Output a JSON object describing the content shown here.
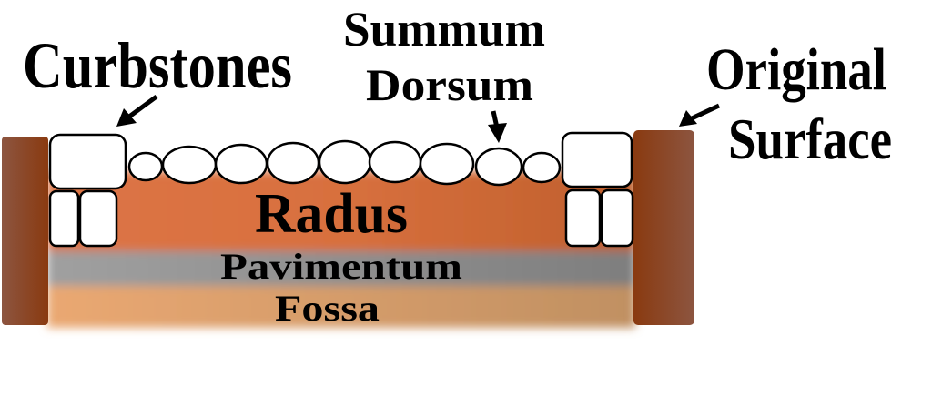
{
  "labels": {
    "curbstones": "Curbstones",
    "summum_line1": "Summum",
    "summum_line2": "Dorsum",
    "original_line1": "Original",
    "original_line2": "Surface",
    "radus": "Radus",
    "pavimentum": "Pavimentum",
    "fossa": "Fossa"
  },
  "colors": {
    "wall": "#8a3f18",
    "radus": "#d9703f",
    "pavimentum": "#8e8e8e",
    "fossa": "#e3a46c"
  }
}
